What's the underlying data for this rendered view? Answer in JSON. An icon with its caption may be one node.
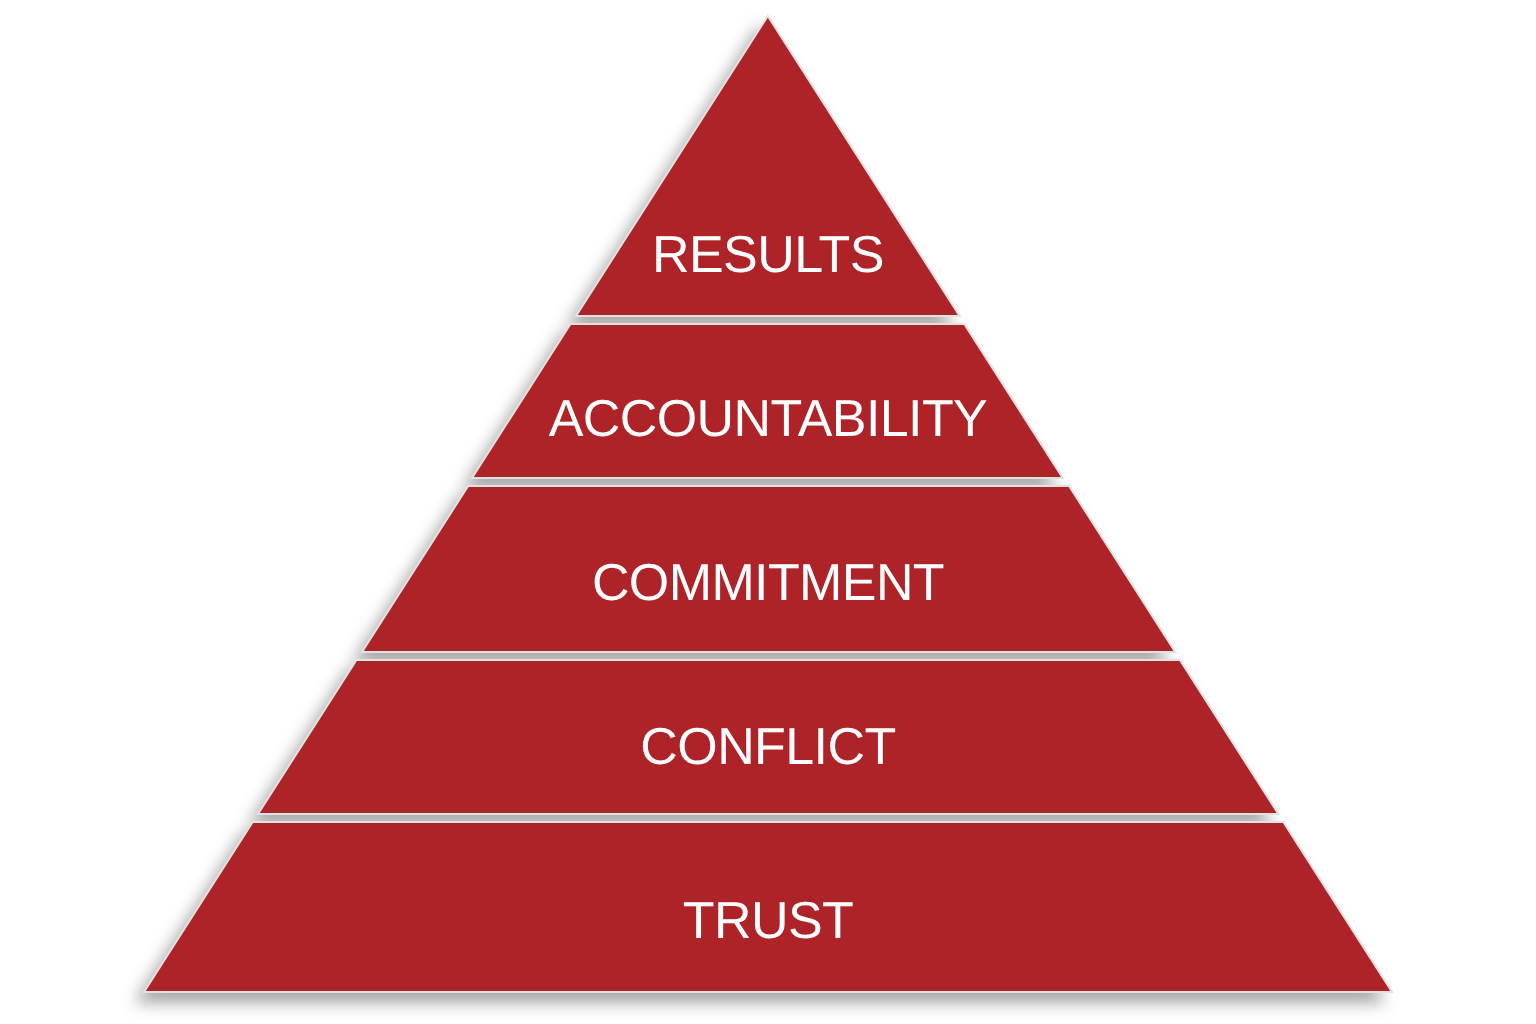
{
  "diagram": {
    "nodes": [
      {
        "text": [
          "RESULTS"
        ]
      },
      {
        "text": [
          "ACCOUNTABILITY"
        ]
      },
      {
        "text": [
          "COMMITMENT"
        ]
      },
      {
        "text": [
          "CONFLICT"
        ]
      },
      {
        "text": [
          "TRUST"
        ]
      }
    ]
  }
}
